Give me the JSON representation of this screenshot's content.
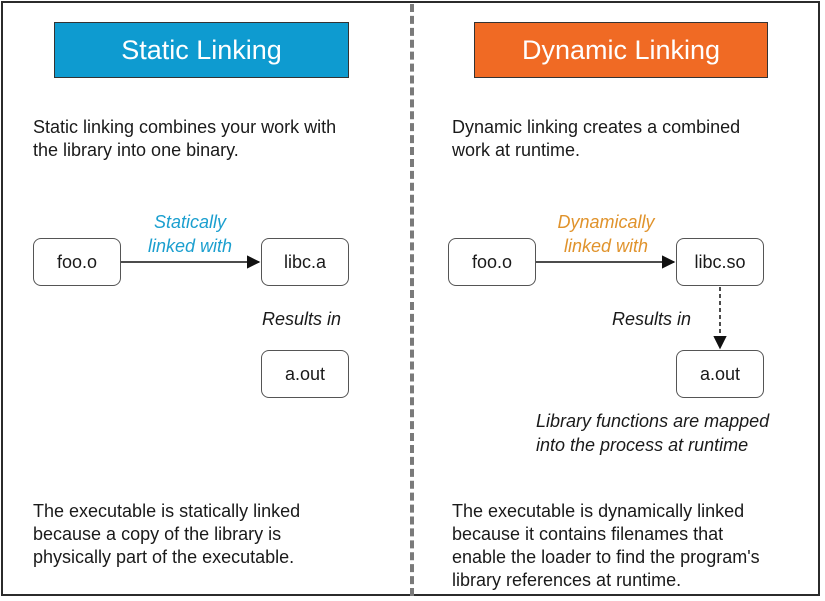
{
  "static": {
    "title": "Static Linking",
    "description_lines": [
      "Static linking combines your work with",
      "the library into one binary."
    ],
    "source_file": "foo.o",
    "library_file": "libc.a",
    "output_file": "a.out",
    "link_label_lines": [
      "Statically",
      "linked with"
    ],
    "results_label": "Results in",
    "footer_lines": [
      "The executable is statically linked",
      "because a copy of the library is",
      "physically part of the executable."
    ]
  },
  "dynamic": {
    "title": "Dynamic Linking",
    "description_lines": [
      "Dynamic linking creates a combined",
      "work at runtime."
    ],
    "source_file": "foo.o",
    "library_file": "libc.so",
    "output_file": "a.out",
    "link_label_lines": [
      "Dynamically",
      "linked with"
    ],
    "results_label": "Results in",
    "mapping_note_lines": [
      "Library functions are mapped",
      "into the process at runtime"
    ],
    "footer_lines": [
      "The executable is dynamically linked",
      "because it contains  filenames that",
      "enable the loader to find the program's",
      "library references at runtime."
    ]
  },
  "colors": {
    "static_banner": "#0e9bd0",
    "dynamic_banner": "#f06a24",
    "static_label": "#1b9fcf",
    "dynamic_label": "#e0932c"
  }
}
